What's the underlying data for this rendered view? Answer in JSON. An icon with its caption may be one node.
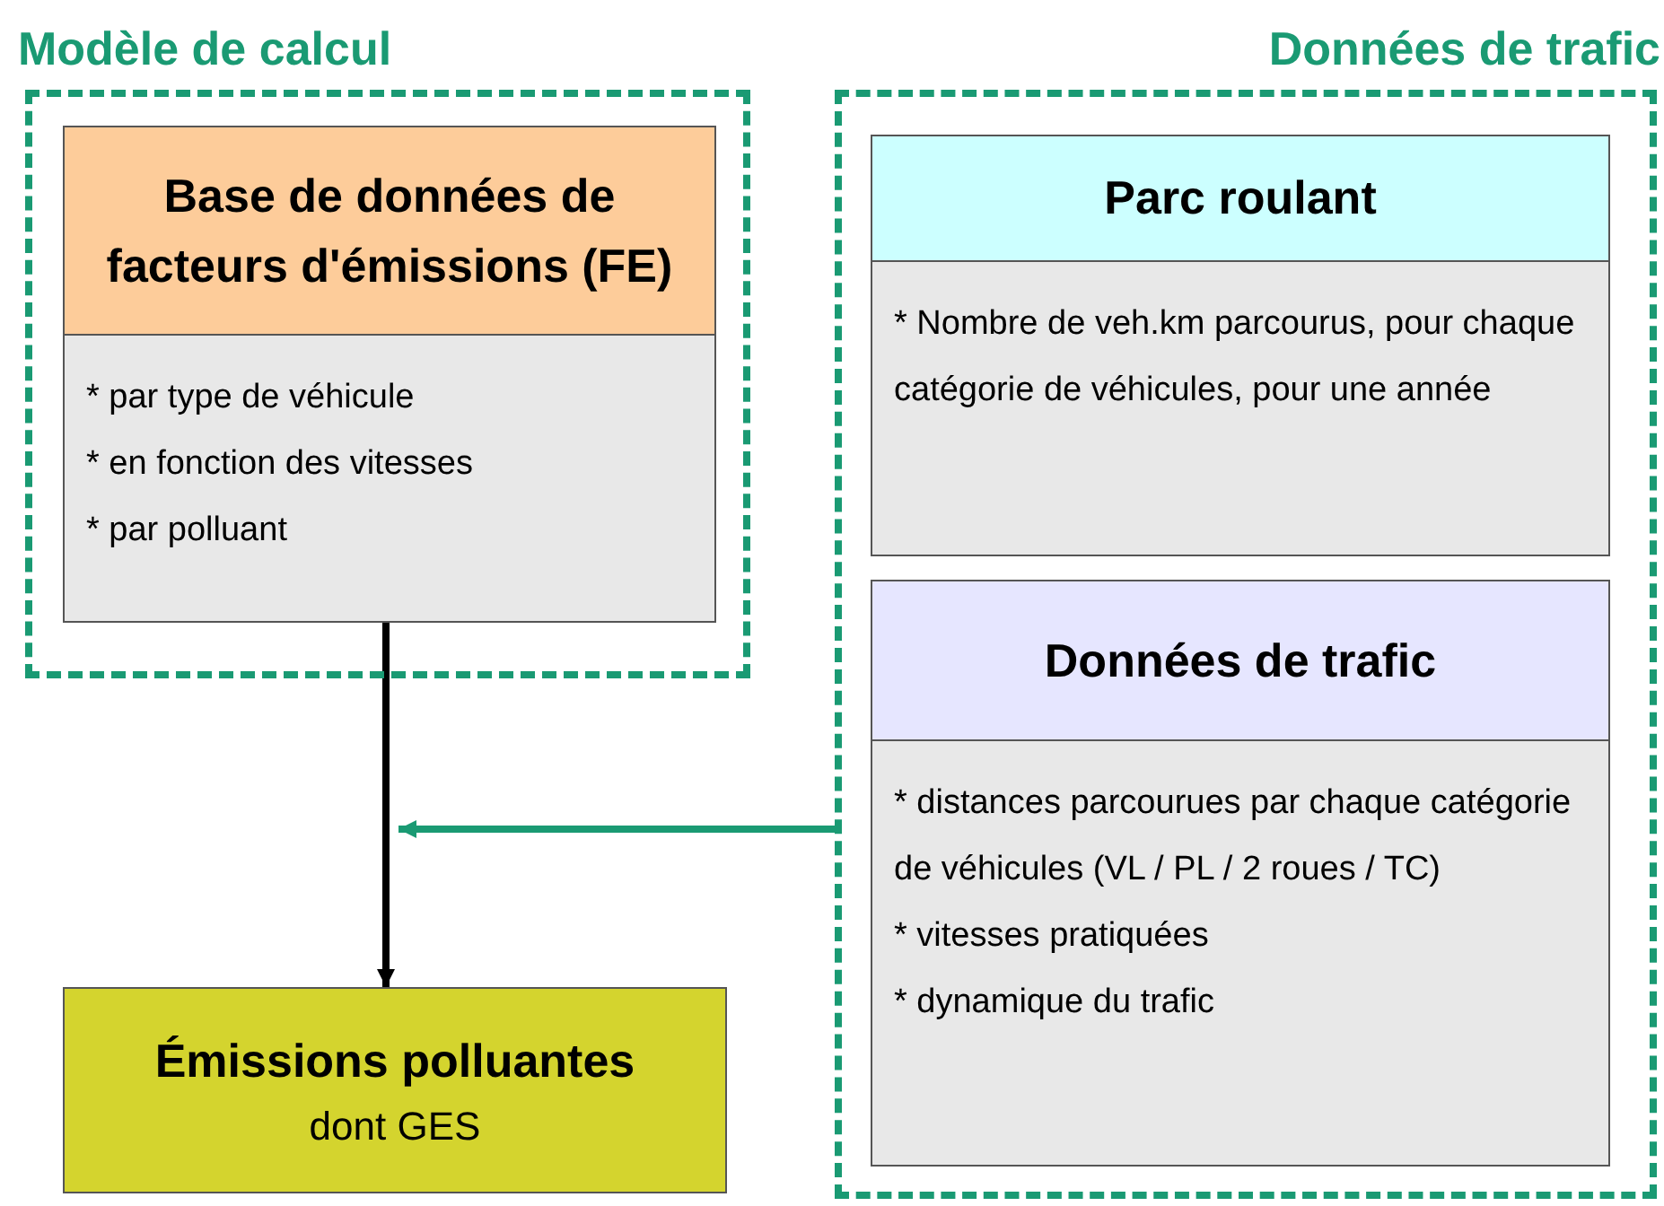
{
  "diagram": {
    "nodes": [
      {
        "text": [
          "Modèle de calcul"
        ]
      },
      {
        "text": [
          "Base de données de facteurs d'émissions (FE)",
          "* par type de véhicule",
          "* en fonction des vitesses",
          "* par polluant"
        ],
        "in": 0
      },
      {
        "text": [
          "Données de trafic"
        ]
      },
      {
        "text": [
          "Parc roulant",
          "* Nombre de veh.km parcourus, pour chaque catégorie de véhicules, pour une année"
        ],
        "in": 2
      },
      {
        "text": [
          "Données de trafic",
          "* distances parcourues par chaque catégorie de véhicules (VL / PL / 2 roues / TC)",
          "* vitesses pratiquées",
          "* dynamique du trafic"
        ],
        "in": 2
      },
      {
        "text": [
          "Émissions polluantes",
          "dont GES"
        ]
      }
    ],
    "edges": [
      {
        "from": 1,
        "to": 5,
        "arrow": "to"
      },
      {
        "from": 2,
        "to": null,
        "arrow": "to",
        "color": "#1a9a73"
      }
    ]
  }
}
